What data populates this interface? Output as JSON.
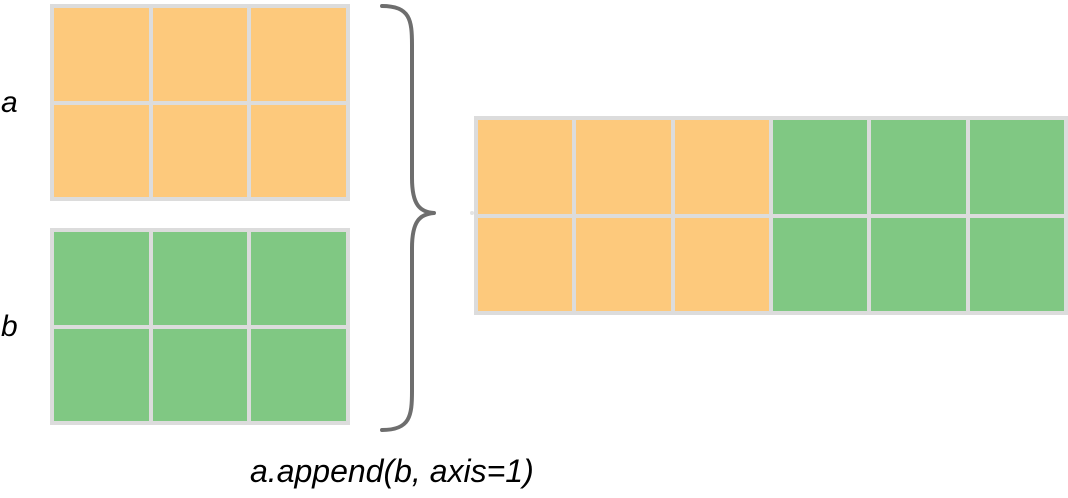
{
  "labels": {
    "a": "a",
    "b": "b"
  },
  "caption": "a.append(b, axis=1)",
  "colors": {
    "a": "#fdc97c",
    "b": "#80c883",
    "grid_line": "#dcdcdc",
    "brace": "#6e6e6e"
  },
  "matrices": {
    "a": {
      "rows": 2,
      "cols": 3,
      "cells": [
        "a",
        "a",
        "a",
        "a",
        "a",
        "a"
      ]
    },
    "b": {
      "rows": 2,
      "cols": 3,
      "cells": [
        "b",
        "b",
        "b",
        "b",
        "b",
        "b"
      ]
    },
    "result": {
      "rows": 2,
      "cols": 6,
      "cells": [
        "a",
        "a",
        "a",
        "b",
        "b",
        "b",
        "a",
        "a",
        "a",
        "b",
        "b",
        "b"
      ]
    }
  },
  "icons": {
    "brace": "right-curly-brace-icon"
  }
}
